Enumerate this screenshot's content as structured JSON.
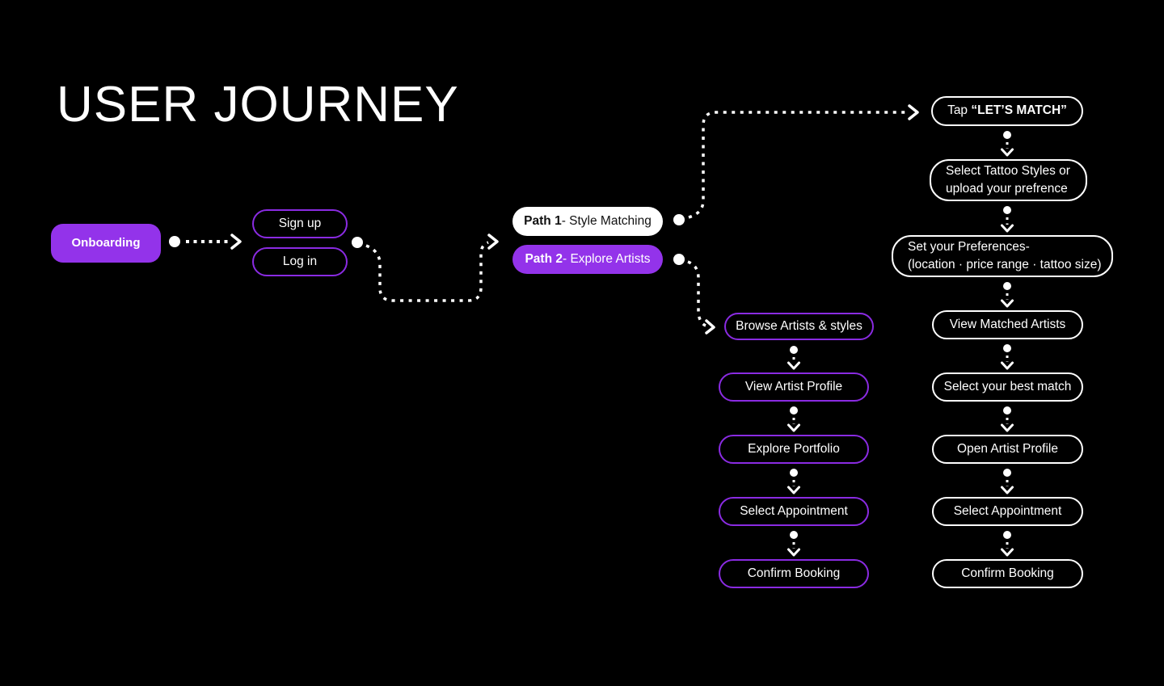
{
  "title": "USER JOURNEY",
  "colors": {
    "background": "#000000",
    "purple_fill": "#9333EA",
    "purple_stroke": "#8A2BE2",
    "white": "#FFFFFF",
    "dark_text": "#111111"
  },
  "nodes": {
    "onboarding": "Onboarding",
    "signup": "Sign up",
    "login": "Log in",
    "path1": {
      "bold": "Path 1",
      "rest": "- Style Matching"
    },
    "path2": {
      "bold": "Path 2",
      "rest": "- Explore Artists"
    },
    "tap_match": {
      "prefix": "Tap ",
      "emphasis": "“LET’S MATCH”"
    },
    "select_styles": {
      "line1": "Select Tattoo Styles or",
      "line2": "upload your prefrence"
    },
    "set_preferences": {
      "line1": "Set your Preferences-",
      "line2": "(location · price range · tattoo size)"
    },
    "match_steps": [
      "View Matched Artists",
      "Select your best match",
      "Open Artist Profile",
      "Select Appointment",
      "Confirm Booking"
    ],
    "explore_steps": [
      "Browse Artists & styles",
      "View Artist Profile",
      "Explore Portfolio",
      "Select Appointment",
      "Confirm Booking"
    ]
  }
}
